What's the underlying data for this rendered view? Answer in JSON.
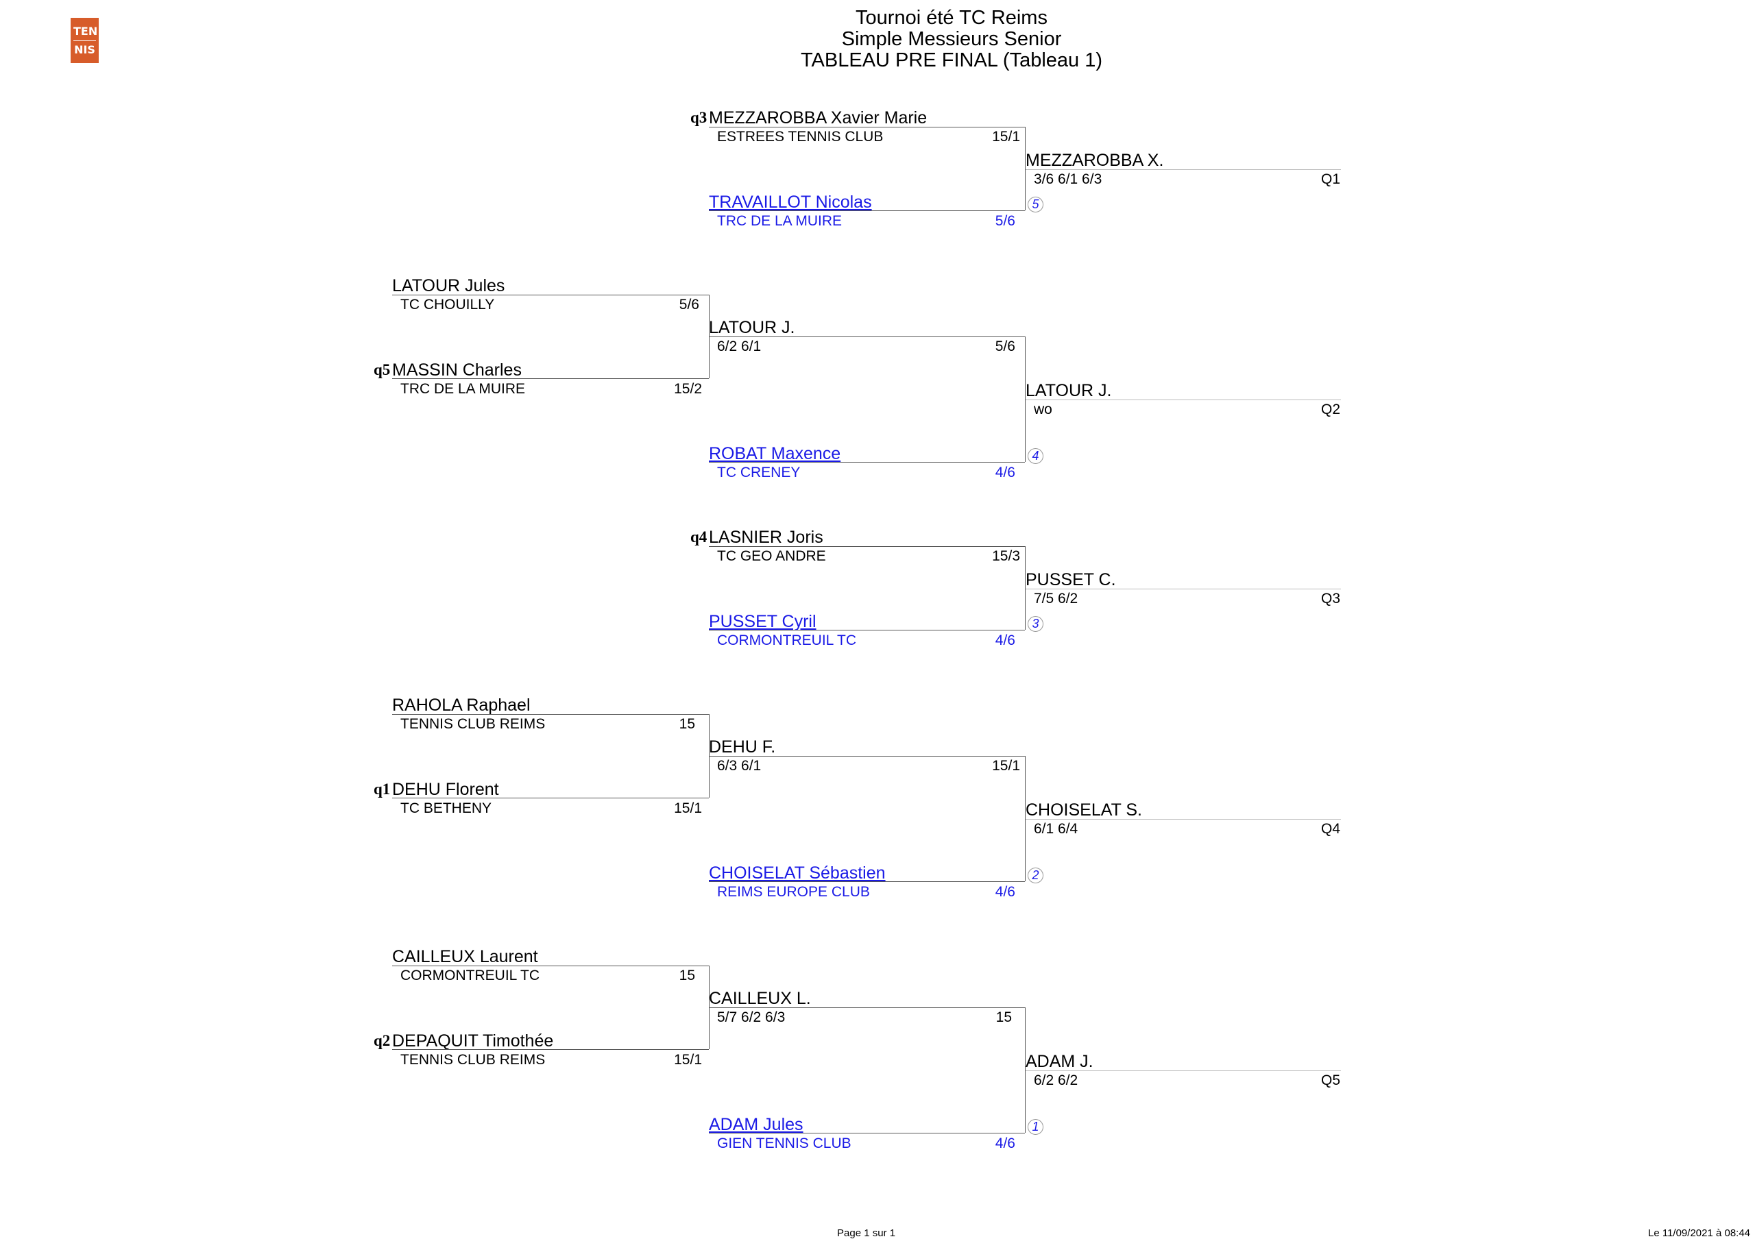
{
  "header": {
    "logo_line1": "TEN",
    "logo_line2": "NIS",
    "line1": "Tournoi été TC Reims",
    "line2": "Simple Messieurs Senior",
    "line3": "TABLEAU PRE FINAL (Tableau 1)"
  },
  "block1": {
    "p1": {
      "seed": "q3",
      "name": "MEZZAROBBA Xavier Marie",
      "club": "ESTREES TENNIS CLUB",
      "rank": "15/1"
    },
    "p2": {
      "name": "TRAVAILLOT Nicolas",
      "club": "TRC DE LA MUIRE",
      "rank": "5/6"
    },
    "seed_number": "5",
    "winner": {
      "name": "MEZZAROBBA X.",
      "score": "3/6 6/1 6/3",
      "label": "Q1"
    }
  },
  "block2": {
    "p1": {
      "name": "LATOUR Jules",
      "club": "TC CHOUILLY",
      "rank": "5/6"
    },
    "p2": {
      "seed": "q5",
      "name": "MASSIN Charles",
      "club": "TRC DE LA MUIRE",
      "rank": "15/2"
    },
    "r1": {
      "name": "LATOUR J.",
      "score": "6/2 6/1",
      "rank": "5/6"
    },
    "p3": {
      "name": "ROBAT Maxence",
      "club": "TC CRENEY",
      "rank": "4/6"
    },
    "seed_number": "4",
    "winner": {
      "name": "LATOUR J.",
      "score": "wo",
      "label": "Q2"
    }
  },
  "block3": {
    "p1": {
      "seed": "q4",
      "name": "LASNIER Joris",
      "club": "TC GEO ANDRE",
      "rank": "15/3"
    },
    "p2": {
      "name": "PUSSET Cyril",
      "club": "CORMONTREUIL TC",
      "rank": "4/6"
    },
    "seed_number": "3",
    "winner": {
      "name": "PUSSET C.",
      "score": "7/5 6/2",
      "label": "Q3"
    }
  },
  "block4": {
    "p1": {
      "name": "RAHOLA Raphael",
      "club": "TENNIS CLUB REIMS",
      "rank": "15"
    },
    "p2": {
      "seed": "q1",
      "name": "DEHU Florent",
      "club": "TC BETHENY",
      "rank": "15/1"
    },
    "r1": {
      "name": "DEHU F.",
      "score": "6/3 6/1",
      "rank": "15/1"
    },
    "p3": {
      "name": "CHOISELAT Sébastien",
      "club": "REIMS EUROPE CLUB",
      "rank": "4/6"
    },
    "seed_number": "2",
    "winner": {
      "name": "CHOISELAT S.",
      "score": "6/1 6/4",
      "label": "Q4"
    }
  },
  "block5": {
    "p1": {
      "name": "CAILLEUX Laurent",
      "club": "CORMONTREUIL TC",
      "rank": "15"
    },
    "p2": {
      "seed": "q2",
      "name": "DEPAQUIT Timothée",
      "club": "TENNIS CLUB REIMS",
      "rank": "15/1"
    },
    "r1": {
      "name": "CAILLEUX L.",
      "score": "5/7 6/2 6/3",
      "rank": "15"
    },
    "p3": {
      "name": "ADAM Jules",
      "club": "GIEN TENNIS CLUB",
      "rank": "4/6"
    },
    "seed_number": "1",
    "winner": {
      "name": "ADAM J.",
      "score": "6/2 6/2",
      "label": "Q5"
    }
  },
  "footer": {
    "page": "Page 1 sur 1",
    "date": "Le 11/09/2021 à 08:44"
  }
}
